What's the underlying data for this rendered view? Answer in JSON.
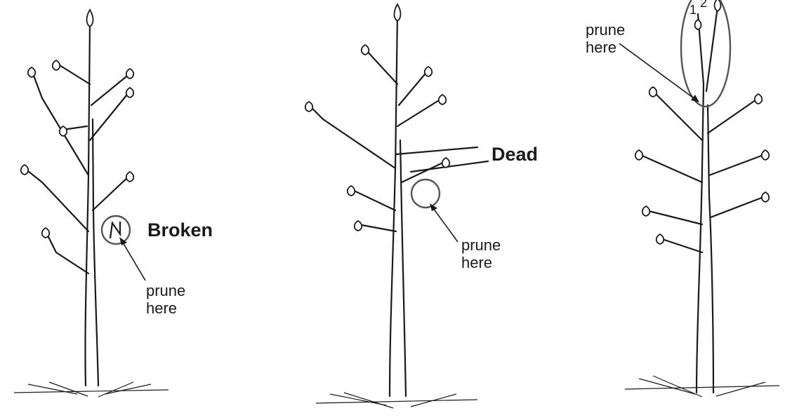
{
  "panel_left": {
    "label": "Broken",
    "prune_line1": "prune",
    "prune_line2": "here"
  },
  "panel_middle": {
    "label": "Dead",
    "prune_line1": "prune",
    "prune_line2": "here"
  },
  "panel_right": {
    "prune_line1": "prune",
    "prune_line2": "here",
    "leader_1": "1",
    "leader_2": "2"
  },
  "colors": {
    "ink": "#1a1a1a",
    "circle": "#555555",
    "background": "#ffffff"
  }
}
